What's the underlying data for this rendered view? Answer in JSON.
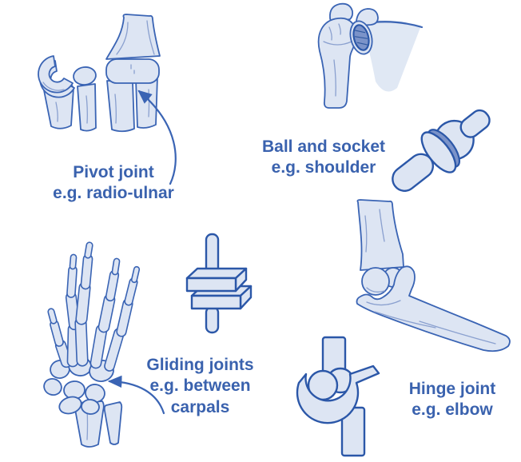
{
  "palette": {
    "background": "#ffffff",
    "bone_fill": "#dde5f3",
    "bone_outline": "#3a64b4",
    "mech_outline": "#2b57a8",
    "socket_dark": "#7b93c9",
    "text": "#3a62ae"
  },
  "labels": {
    "pivot": {
      "line1": "Pivot joint",
      "line2": "e.g. radio-ulnar"
    },
    "ball_socket": {
      "line1": "Ball and socket",
      "line2": "e.g. shoulder"
    },
    "gliding": {
      "line1": "Gliding joints",
      "line2": "e.g. between",
      "line3": "carpals"
    },
    "hinge": {
      "line1": "Hinge joint",
      "line2": "e.g. elbow"
    }
  },
  "illustrations": {
    "pivot_anatomy": "radio-ulnar-joint-bones",
    "ball_socket_anatomy": "shoulder-joint-bones",
    "ball_socket_model": "ball-and-socket-mechanical-model",
    "gliding_anatomy": "hand-skeleton",
    "gliding_model": "gliding-blocks-mechanical-model",
    "hinge_anatomy": "elbow-joint-bones",
    "hinge_model": "hinge-mechanical-model"
  }
}
